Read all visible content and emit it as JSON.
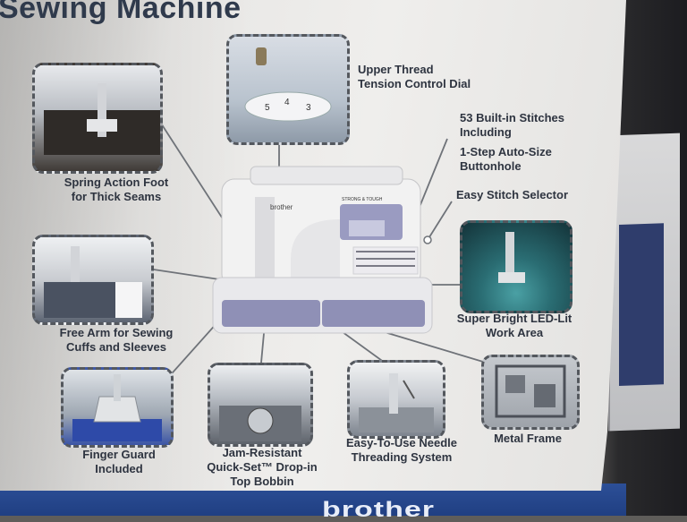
{
  "title": "Sewing Machine",
  "features": {
    "upper_thread": "Upper Thread\nTension Control Dial",
    "stitches": "53 Built-in Stitches\nIncluding",
    "buttonhole": "1-Step Auto-Size\nButtonhole",
    "selector": "Easy Stitch Selector",
    "led": "Super Bright LED-Lit\nWork Area",
    "spring_foot": "Spring Action Foot\nfor Thick Seams",
    "free_arm": "Free Arm for Sewing\nCuffs and Sleeves",
    "finger_guard": "Finger Guard\nIncluded",
    "bobbin": "Jam-Resistant\nQuick-Set™ Drop-in\nTop Bobbin",
    "needle_threading": "Easy-To-Use Needle\nThreading System",
    "metal_frame": "Metal Frame"
  },
  "machine": {
    "brand": "brother",
    "badge": "STRONG & TOUGH",
    "dial_numbers": [
      "5",
      "4",
      "3"
    ]
  },
  "colors": {
    "box_bg": "#ecebe9",
    "text_dark": "#2e3440",
    "accent_purple": "#8c8db4",
    "bottom_blue": "#234486"
  }
}
